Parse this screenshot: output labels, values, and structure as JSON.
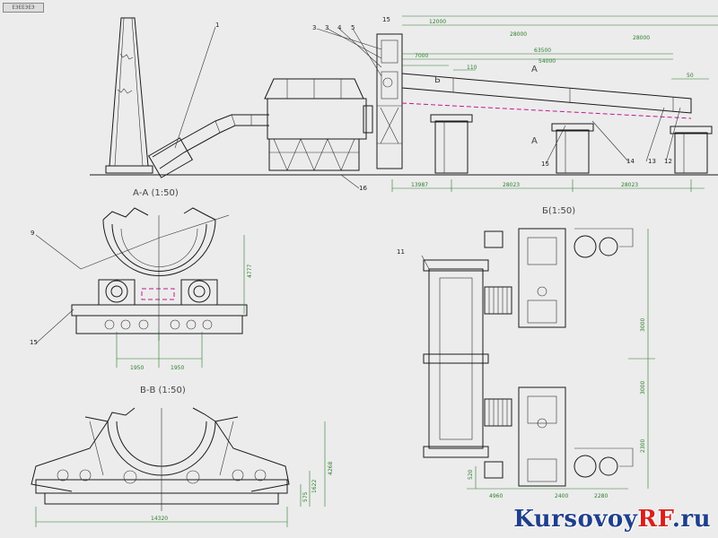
{
  "stamp": "ЕЭЕЕЭЕЭ",
  "watermark": {
    "part1": "Kursovoy",
    "part2": "RF",
    "part3": ".ru"
  },
  "views": {
    "section_aa": "А-А (1:50)",
    "section_bb": "В-В (1:50)",
    "view_b": "Б(1:50)"
  },
  "callouts": [
    "1",
    "3",
    "3",
    "4",
    "5",
    "15",
    "16",
    "15",
    "13",
    "14",
    "12",
    "9",
    "15",
    "11",
    "A",
    "A",
    "Б"
  ],
  "dimensions": {
    "general": [
      "12000",
      "28000",
      "28000",
      "7000",
      "63500",
      "54000",
      "110",
      "50",
      "13987",
      "28023",
      "28023"
    ],
    "section_aa": [
      "4777",
      "1950",
      "1950"
    ],
    "section_bb": [
      "14320",
      "575",
      "1622",
      "4268"
    ],
    "view_b": [
      "3000",
      "3000",
      "2300",
      "520",
      "4960",
      "2400",
      "2280"
    ]
  }
}
